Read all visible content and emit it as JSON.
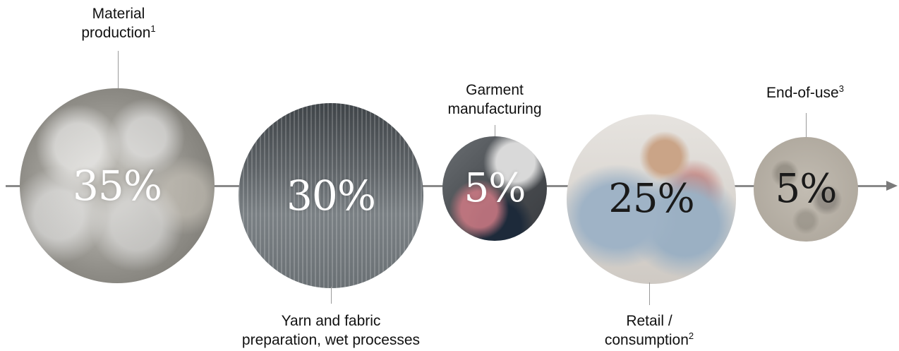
{
  "timeline": {
    "stages": [
      {
        "label_lines": [
          "Material",
          "production"
        ],
        "footnote": "1",
        "value": "35%",
        "label_position": "top",
        "image_subject": "raw cotton fibers"
      },
      {
        "label_lines": [
          "Yarn and fabric",
          "preparation, wet processes"
        ],
        "footnote": "",
        "value": "30%",
        "label_position": "bottom",
        "image_subject": "weaving loom threads"
      },
      {
        "label_lines": [
          "Garment",
          "manufacturing"
        ],
        "footnote": "",
        "value": "5%",
        "label_position": "top",
        "image_subject": "sewing machine with fabric"
      },
      {
        "label_lines": [
          "Retail /",
          "consumption"
        ],
        "footnote": "2",
        "value": "25%",
        "label_position": "bottom",
        "image_subject": "shopper holding denim jacket"
      },
      {
        "label_lines": [
          "End-of-use"
        ],
        "footnote": "3",
        "value": "5%",
        "label_position": "top",
        "image_subject": "textile waste"
      }
    ],
    "colors": {
      "axis": "#8a8a8a",
      "label_text": "#111111",
      "value_light": "#ffffff",
      "value_dark": "#1a1a1a"
    }
  }
}
